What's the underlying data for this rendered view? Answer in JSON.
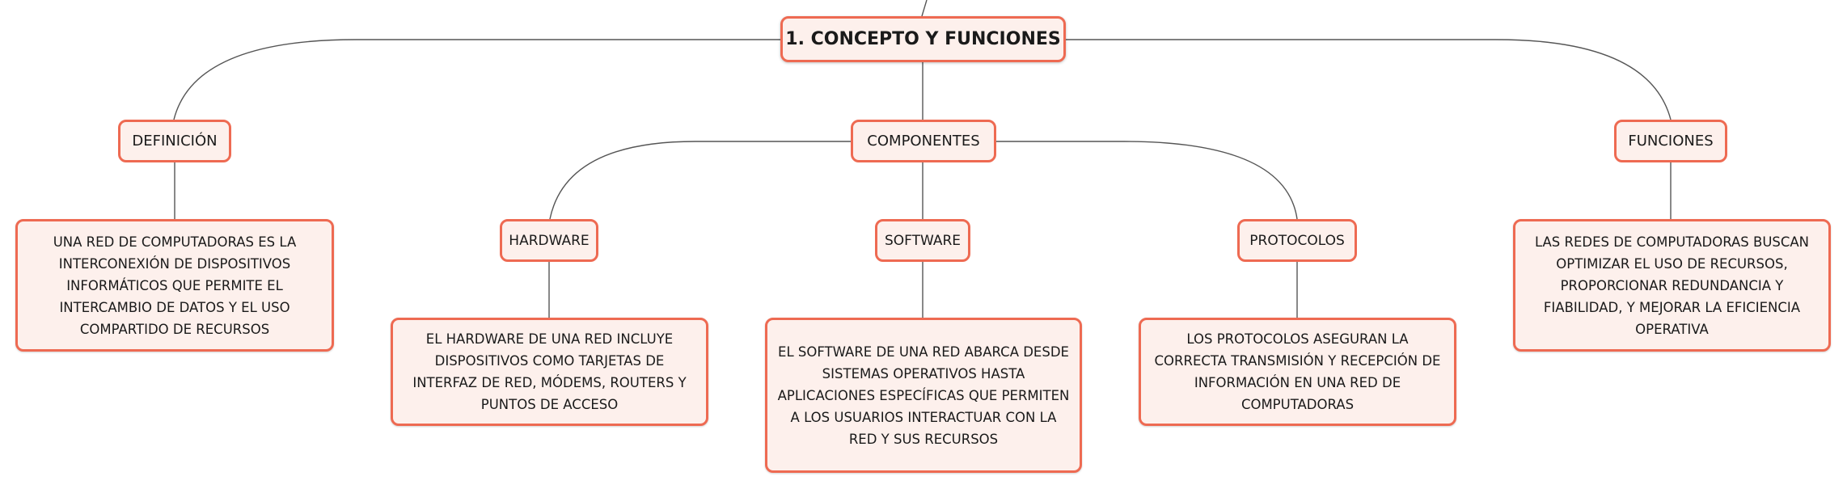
{
  "root": {
    "label": "1. CONCEPTO Y FUNCIONES"
  },
  "topics": {
    "definicion": {
      "label": "DEFINICIÓN",
      "description": "UNA RED DE COMPUTADORAS ES LA INTERCONEXIÓN DE DISPOSITIVOS INFORMÁTICOS QUE PERMITE EL INTERCAMBIO DE DATOS Y EL USO COMPARTIDO DE RECURSOS"
    },
    "componentes": {
      "label": "COMPONENTES",
      "hardware": {
        "label": "HARDWARE",
        "description": "EL HARDWARE DE UNA RED INCLUYE DISPOSITIVOS COMO TARJETAS DE INTERFAZ DE RED, MÓDEMS, ROUTERS Y PUNTOS DE ACCESO"
      },
      "software": {
        "label": "SOFTWARE",
        "description": "EL SOFTWARE DE UNA RED ABARCA DESDE SISTEMAS OPERATIVOS HASTA APLICACIONES ESPECÍFICAS QUE PERMITEN A LOS USUARIOS INTERACTUAR CON LA RED Y SUS RECURSOS"
      },
      "protocolos": {
        "label": "PROTOCOLOS",
        "description": "LOS PROTOCOLOS ASEGURAN LA CORRECTA TRANSMISIÓN Y RECEPCIÓN DE INFORMACIÓN EN UNA RED DE COMPUTADORAS"
      }
    },
    "funciones": {
      "label": "FUNCIONES",
      "description": "LAS REDES DE COMPUTADORAS BUSCAN OPTIMIZAR EL USO DE RECURSOS, PROPORCIONAR REDUNDANCIA Y FIABILIDAD, Y MEJORAR LA EFICIENCIA OPERATIVA"
    }
  },
  "colors": {
    "border": "#ee6a52",
    "fill": "#fdf0ec",
    "connector": "#555555"
  }
}
